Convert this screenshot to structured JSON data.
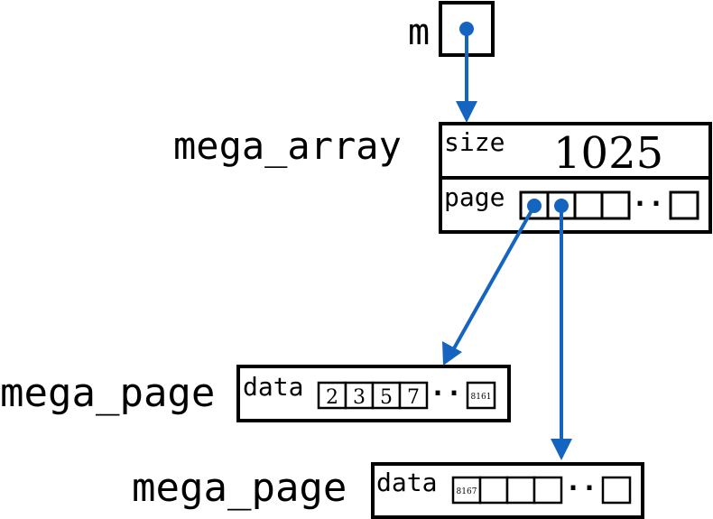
{
  "pointer": {
    "label": "m"
  },
  "mega_array": {
    "label": "mega_array",
    "size_field": "size",
    "size_value": "1025",
    "page_field": "page",
    "ellipsis": "···"
  },
  "page1": {
    "label": "mega_page",
    "data_field": "data",
    "cells": [
      "2",
      "3",
      "5",
      "7"
    ],
    "ellipsis": "···",
    "last_cell": "8161"
  },
  "page2": {
    "label": "mega_page",
    "data_field": "data",
    "first_cell": "8167",
    "ellipsis": "···"
  },
  "colors": {
    "arrow": "#1565c0",
    "stroke": "#000000"
  }
}
